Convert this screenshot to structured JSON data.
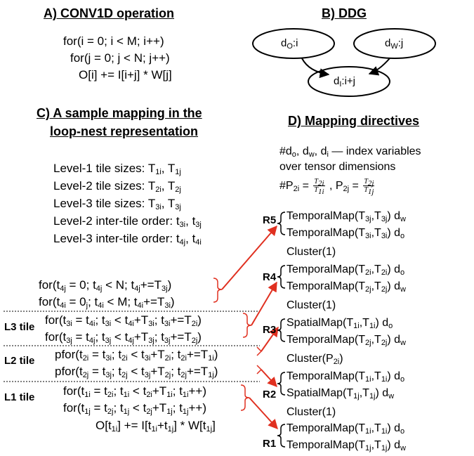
{
  "panel_a": {
    "title": "A) CONV1D operation",
    "lines": [
      "for(i = 0; i < M; i++)",
      "for(j = 0; j < N; j++)",
      "O[i] += I[i+j] * W[j]"
    ]
  },
  "panel_b": {
    "title": "B) DDG",
    "nodes": {
      "o": {
        "base": "d",
        "sub": "O",
        "rest": ":i"
      },
      "w": {
        "base": "d",
        "sub": "W",
        "rest": ":j"
      },
      "i": {
        "base": "d",
        "sub": "I",
        "rest": ":i+j"
      }
    }
  },
  "panel_c": {
    "title_1": "C) A sample mapping in the",
    "title_2": "loop-nest representation",
    "tile_sizes": [
      {
        "label": "Level-1 tile sizes: ",
        "a": "T",
        "as": "1i",
        "b": "T",
        "bs": "1j"
      },
      {
        "label": "Level-2 tile sizes: ",
        "a": "T",
        "as": "2i",
        "b": "T",
        "bs": "2j"
      },
      {
        "label": "Level-3 tile sizes: ",
        "a": "T",
        "as": "3i",
        "b": "T",
        "bs": "3j"
      },
      {
        "label": "Level-2 inter-tile order: ",
        "a": "t",
        "as": "3i",
        "b": "t",
        "bs": "3j"
      },
      {
        "label": "Level-3 inter-tile order: ",
        "a": "t",
        "as": "4j",
        "b": "t",
        "bs": "4i"
      }
    ],
    "tile_labels": {
      "l3": "L3 tile",
      "l2": "L2 tile",
      "l1": "L1 tile"
    },
    "body_line": "O[t1i] += I[t1i+t1j] * W[t1j]"
  },
  "panel_d": {
    "title": "D) Mapping directives",
    "note_line1": "#do, dw, di — index variables",
    "note_line2": "over tensor dimensions",
    "p_defs": "#P2i = T2i/T1i , P2j = T2j/T1j",
    "groups": {
      "r5": {
        "label": "R5",
        "lines": [
          "TemporalMap(T3j,T3j) dw",
          "TemporalMap(T3i,T3i) do"
        ],
        "cluster": "Cluster(1)"
      },
      "r4": {
        "label": "R4",
        "lines": [
          "TemporalMap(T2i,T2i) do",
          "TemporalMap(T2j,T2j) dw"
        ],
        "cluster": "Cluster(1)"
      },
      "r3": {
        "label": "R3",
        "lines": [
          "SpatialMap(T1i,T1i) do",
          "TemporalMap(T2j,T2j) dw"
        ],
        "cluster": "Cluster(P2i)"
      },
      "r2": {
        "label": "R2",
        "lines": [
          "TemporalMap(T1i,T1i) do",
          "SpatialMap(T1j,T1j) dw"
        ],
        "cluster": "Cluster(1)"
      },
      "r1": {
        "label": "R1",
        "lines": [
          "TemporalMap(T1i,T1i) do",
          "TemporalMap(T1j,T1j) dw"
        ]
      }
    }
  },
  "colors": {
    "arrow": "#e03020",
    "text": "#000000",
    "divider": "#000000"
  }
}
